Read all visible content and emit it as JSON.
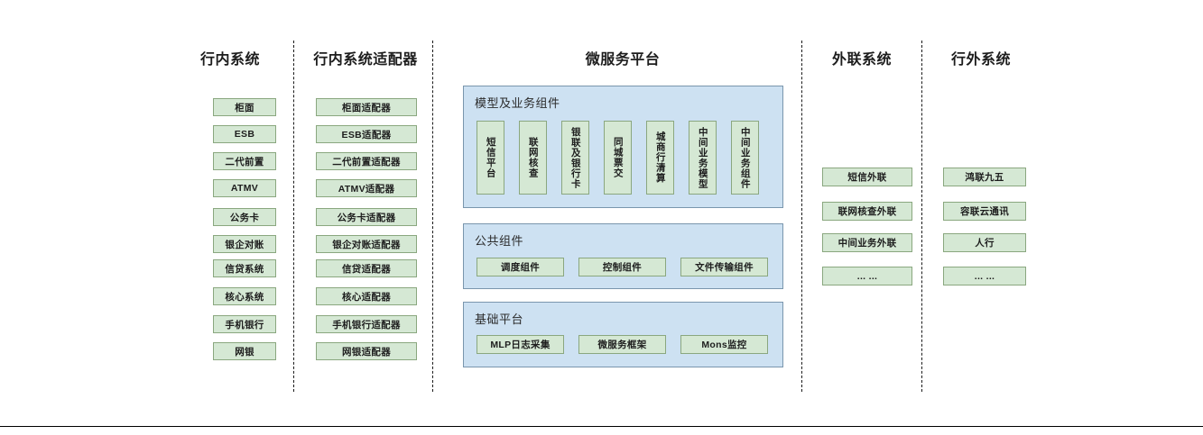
{
  "diagram": {
    "title_internal": "行内系统",
    "columns": [
      {
        "key": "internal-systems",
        "header": "行内系统",
        "items": [
          "柜面",
          "ESB",
          "二代前置",
          "ATMV",
          "公务卡",
          "银企对账",
          "信贷系统",
          "核心系统",
          "手机银行",
          "网银"
        ]
      },
      {
        "key": "internal-adapters",
        "header": "行内系统适配器",
        "items": [
          "柜面适配器",
          "ESB适配器",
          "二代前置适配器",
          "ATMV适配器",
          "公务卡适配器",
          "银企对账适配器",
          "信贷适配器",
          "核心适配器",
          "手机银行适配器",
          "网银适配器"
        ]
      },
      {
        "key": "external-liaison",
        "header": "外联系统",
        "items": [
          "短信外联",
          "联网核查外联",
          "中间业务外联",
          "... ..."
        ]
      },
      {
        "key": "outside-bank",
        "header": "行外系统",
        "items": [
          "鸿联九五",
          "容联云通讯",
          "人行",
          "... ..."
        ]
      }
    ],
    "platform": {
      "header": "微服务平台",
      "groups": [
        {
          "key": "model-business-components",
          "title": "模型及业务组件",
          "orientation": "vertical",
          "items": [
            "短信平台",
            "联网核查",
            "银联及银行卡",
            "同城票交",
            "城商行清算",
            "中间业务模型",
            "中间业务组件"
          ]
        },
        {
          "key": "public-components",
          "title": "公共组件",
          "orientation": "horizontal",
          "items": [
            "调度组件",
            "控制组件",
            "文件传输组件"
          ]
        },
        {
          "key": "base-platform",
          "title": "基础平台",
          "orientation": "horizontal",
          "items": [
            "MLP日志采集",
            "微服务框架",
            "Mons监控"
          ]
        }
      ]
    },
    "colors": {
      "node_fill": "#d5e8d4",
      "node_border": "#8aa77f",
      "panel_fill": "#cde1f2",
      "panel_border": "#7a96ad",
      "text": "#1d1d1d",
      "separator": "#1a1a1a"
    }
  }
}
